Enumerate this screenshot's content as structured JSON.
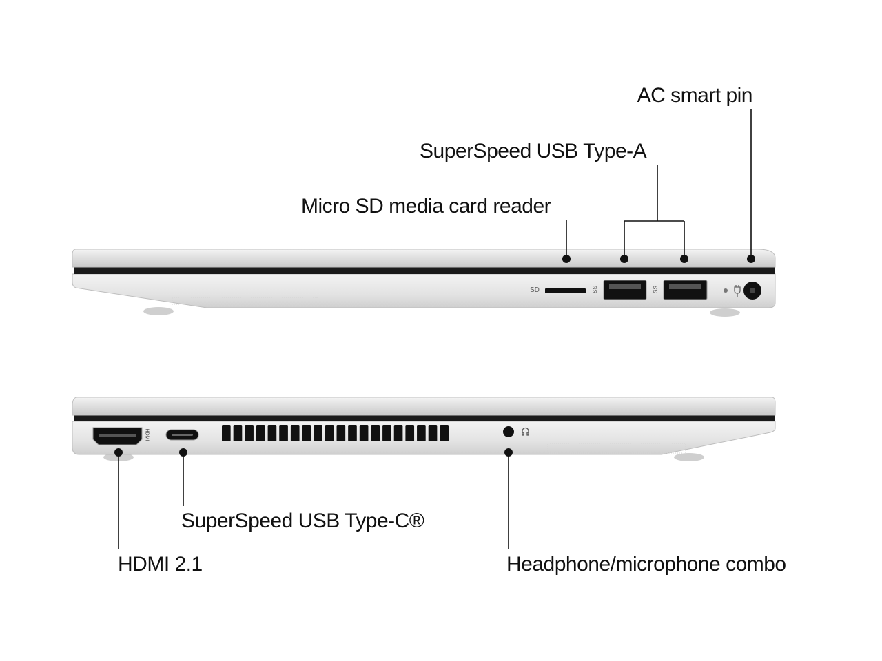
{
  "right_side_view": {
    "labels": {
      "ac_smart_pin": "AC smart pin",
      "usb_type_a": "SuperSpeed USB Type-A",
      "micro_sd": "Micro SD media card reader"
    },
    "port_markings": {
      "sd": "SD",
      "ss_usb": "SS"
    }
  },
  "left_side_view": {
    "labels": {
      "usb_type_c": "SuperSpeed USB Type-C®",
      "hdmi": "HDMI 2.1",
      "headphone": "Headphone/microphone combo"
    },
    "port_markings": {
      "hdmi": "HDMI"
    },
    "vent_slot_count": 20
  },
  "colors": {
    "chassis": "#e4e4e4",
    "chassis_dark": "#c8c8c8",
    "port": "#111111",
    "callout": "#111111"
  }
}
